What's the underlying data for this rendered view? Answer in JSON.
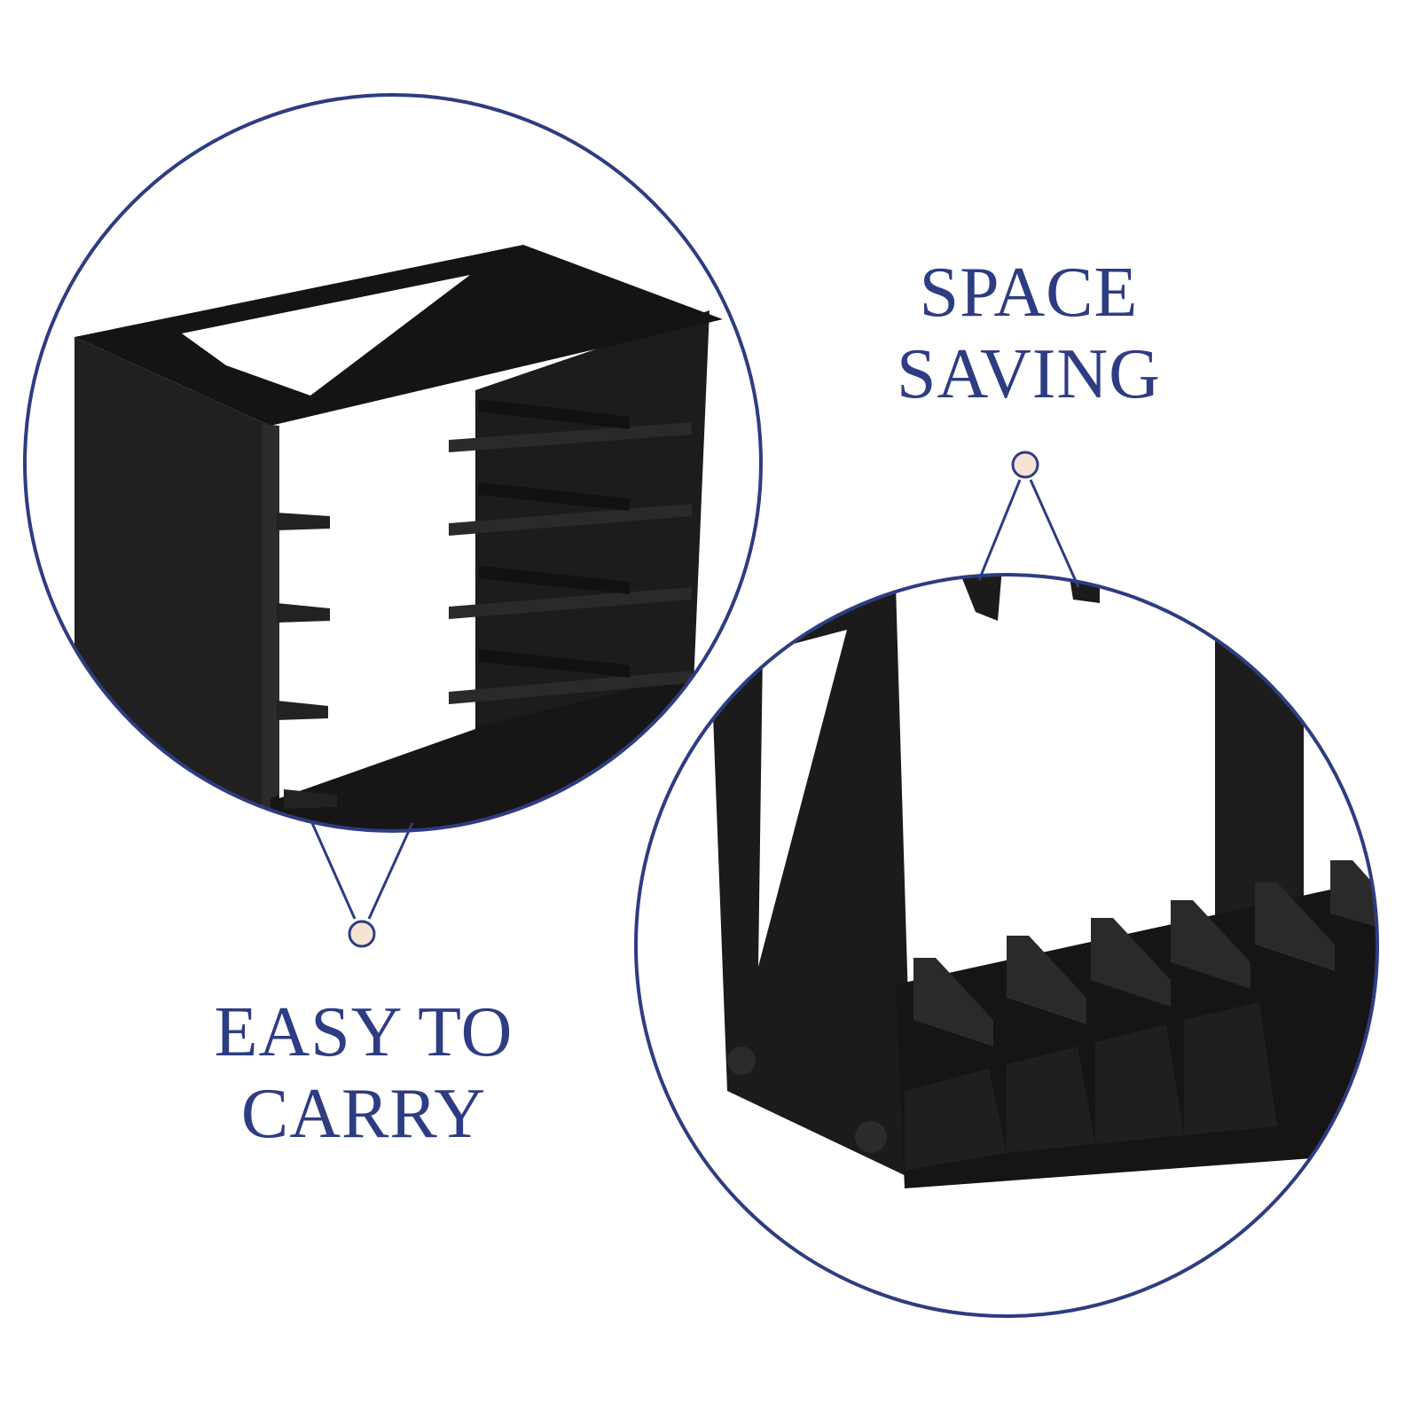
{
  "captions": {
    "easy_to_carry": {
      "line1": "EASY TO",
      "line2": "CARRY"
    },
    "space_saving": {
      "line1": "SPACE",
      "line2": "SAVING"
    }
  },
  "colors": {
    "accent": "#2e3c82",
    "pin_fill": "#f6e3d4",
    "product": "#1a1a1a",
    "background": "#ffffff"
  }
}
